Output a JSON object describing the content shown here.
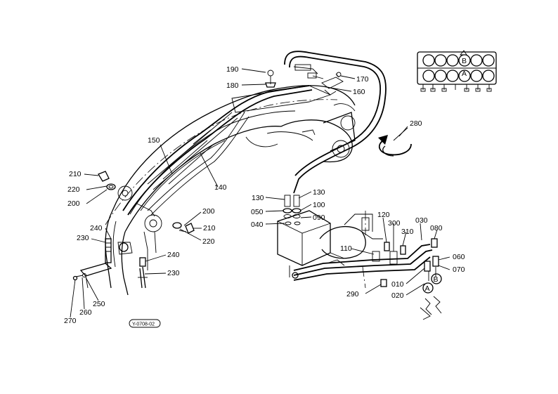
{
  "callouts": [
    {
      "id": "c190",
      "text": "190"
    },
    {
      "id": "c180",
      "text": "180"
    },
    {
      "id": "c170",
      "text": "170"
    },
    {
      "id": "c160",
      "text": "160"
    },
    {
      "id": "c280",
      "text": "280"
    },
    {
      "id": "c150",
      "text": "150"
    },
    {
      "id": "c140",
      "text": "140"
    },
    {
      "id": "c210a",
      "text": "210"
    },
    {
      "id": "c220a",
      "text": "220"
    },
    {
      "id": "c200a",
      "text": "200"
    },
    {
      "id": "c200b",
      "text": "200"
    },
    {
      "id": "c210b",
      "text": "210"
    },
    {
      "id": "c220b",
      "text": "220"
    },
    {
      "id": "c240a",
      "text": "240"
    },
    {
      "id": "c230a",
      "text": "230"
    },
    {
      "id": "c240b",
      "text": "240"
    },
    {
      "id": "c230b",
      "text": "230"
    },
    {
      "id": "c250",
      "text": "250"
    },
    {
      "id": "c260",
      "text": "260"
    },
    {
      "id": "c270",
      "text": "270"
    },
    {
      "id": "c130a",
      "text": "130"
    },
    {
      "id": "c130b",
      "text": "130"
    },
    {
      "id": "c100",
      "text": "100"
    },
    {
      "id": "c050",
      "text": "050"
    },
    {
      "id": "c090",
      "text": "090"
    },
    {
      "id": "c040",
      "text": "040"
    },
    {
      "id": "c120",
      "text": "120"
    },
    {
      "id": "c300",
      "text": "300"
    },
    {
      "id": "c030",
      "text": "030"
    },
    {
      "id": "c310",
      "text": "310"
    },
    {
      "id": "c080",
      "text": "080"
    },
    {
      "id": "c110",
      "text": "110"
    },
    {
      "id": "c060",
      "text": "060"
    },
    {
      "id": "c070",
      "text": "070"
    },
    {
      "id": "c010",
      "text": "010"
    },
    {
      "id": "c020",
      "text": "020"
    },
    {
      "id": "c290",
      "text": "290"
    }
  ],
  "port_markers": {
    "a": "A",
    "b": "B"
  },
  "valve_inset_labels": {
    "b": "B",
    "a": "A"
  },
  "drawing_code": "Y-0708-02"
}
